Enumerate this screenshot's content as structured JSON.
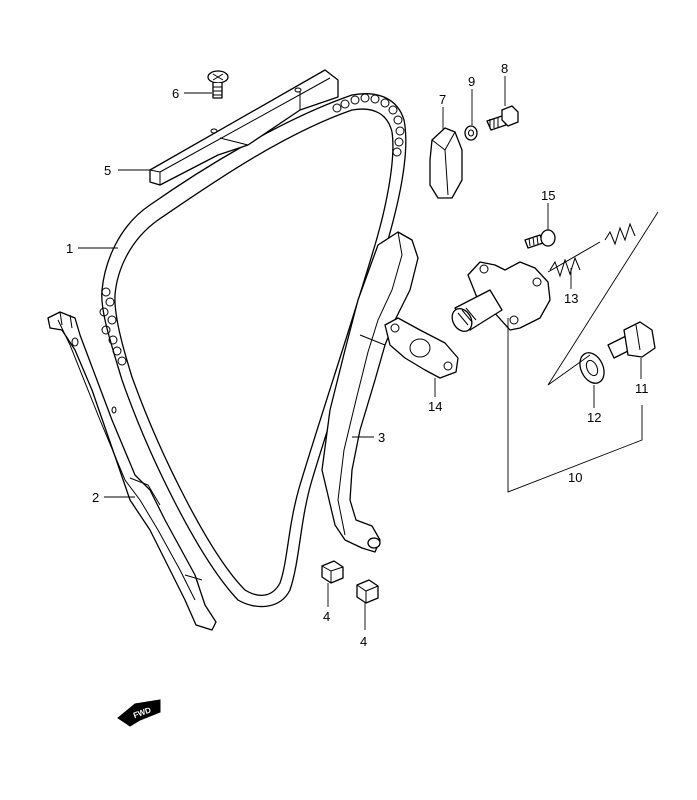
{
  "parts": [
    {
      "id": "cam-chain",
      "label": "1"
    },
    {
      "id": "chain-guide-rear",
      "label": "2"
    },
    {
      "id": "chain-tensioner-front",
      "label": "3"
    },
    {
      "id": "cushion-a",
      "label": "4"
    },
    {
      "id": "cushion-b",
      "label": "4"
    },
    {
      "id": "chain-guide-upper",
      "label": "5"
    },
    {
      "id": "guide-screw",
      "label": "6"
    },
    {
      "id": "cam-chain-guide-side",
      "label": "7"
    },
    {
      "id": "bolt",
      "label": "8"
    },
    {
      "id": "washer",
      "label": "9"
    },
    {
      "id": "tensioner-adjuster-assy",
      "label": "10"
    },
    {
      "id": "adjuster-cap-bolt",
      "label": "11"
    },
    {
      "id": "gasket-small",
      "label": "12"
    },
    {
      "id": "spring",
      "label": "13"
    },
    {
      "id": "adjuster-gasket",
      "label": "14"
    },
    {
      "id": "adjuster-bolt",
      "label": "15"
    }
  ],
  "fwd_badge": "FWD"
}
